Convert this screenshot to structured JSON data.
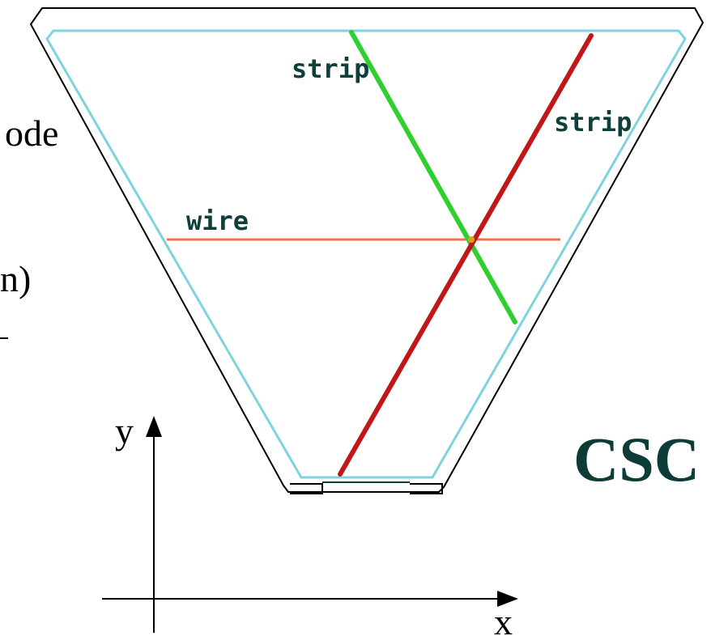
{
  "text_fragments": {
    "line1": "ode",
    "line2": "n)"
  },
  "labels": {
    "strip_left": "strip",
    "strip_right": "strip",
    "wire": "wire",
    "title": "CSC"
  },
  "axes": {
    "x_label": "x",
    "y_label": "y"
  },
  "colors": {
    "frame_outline": "#000000",
    "inner_outline": "#7fd3dc",
    "strip_green": "#2fcf2f",
    "strip_red": "#c01818",
    "wire": "#f07050",
    "label_text": "#0f3f3a",
    "title_text": "#0d3b38"
  }
}
